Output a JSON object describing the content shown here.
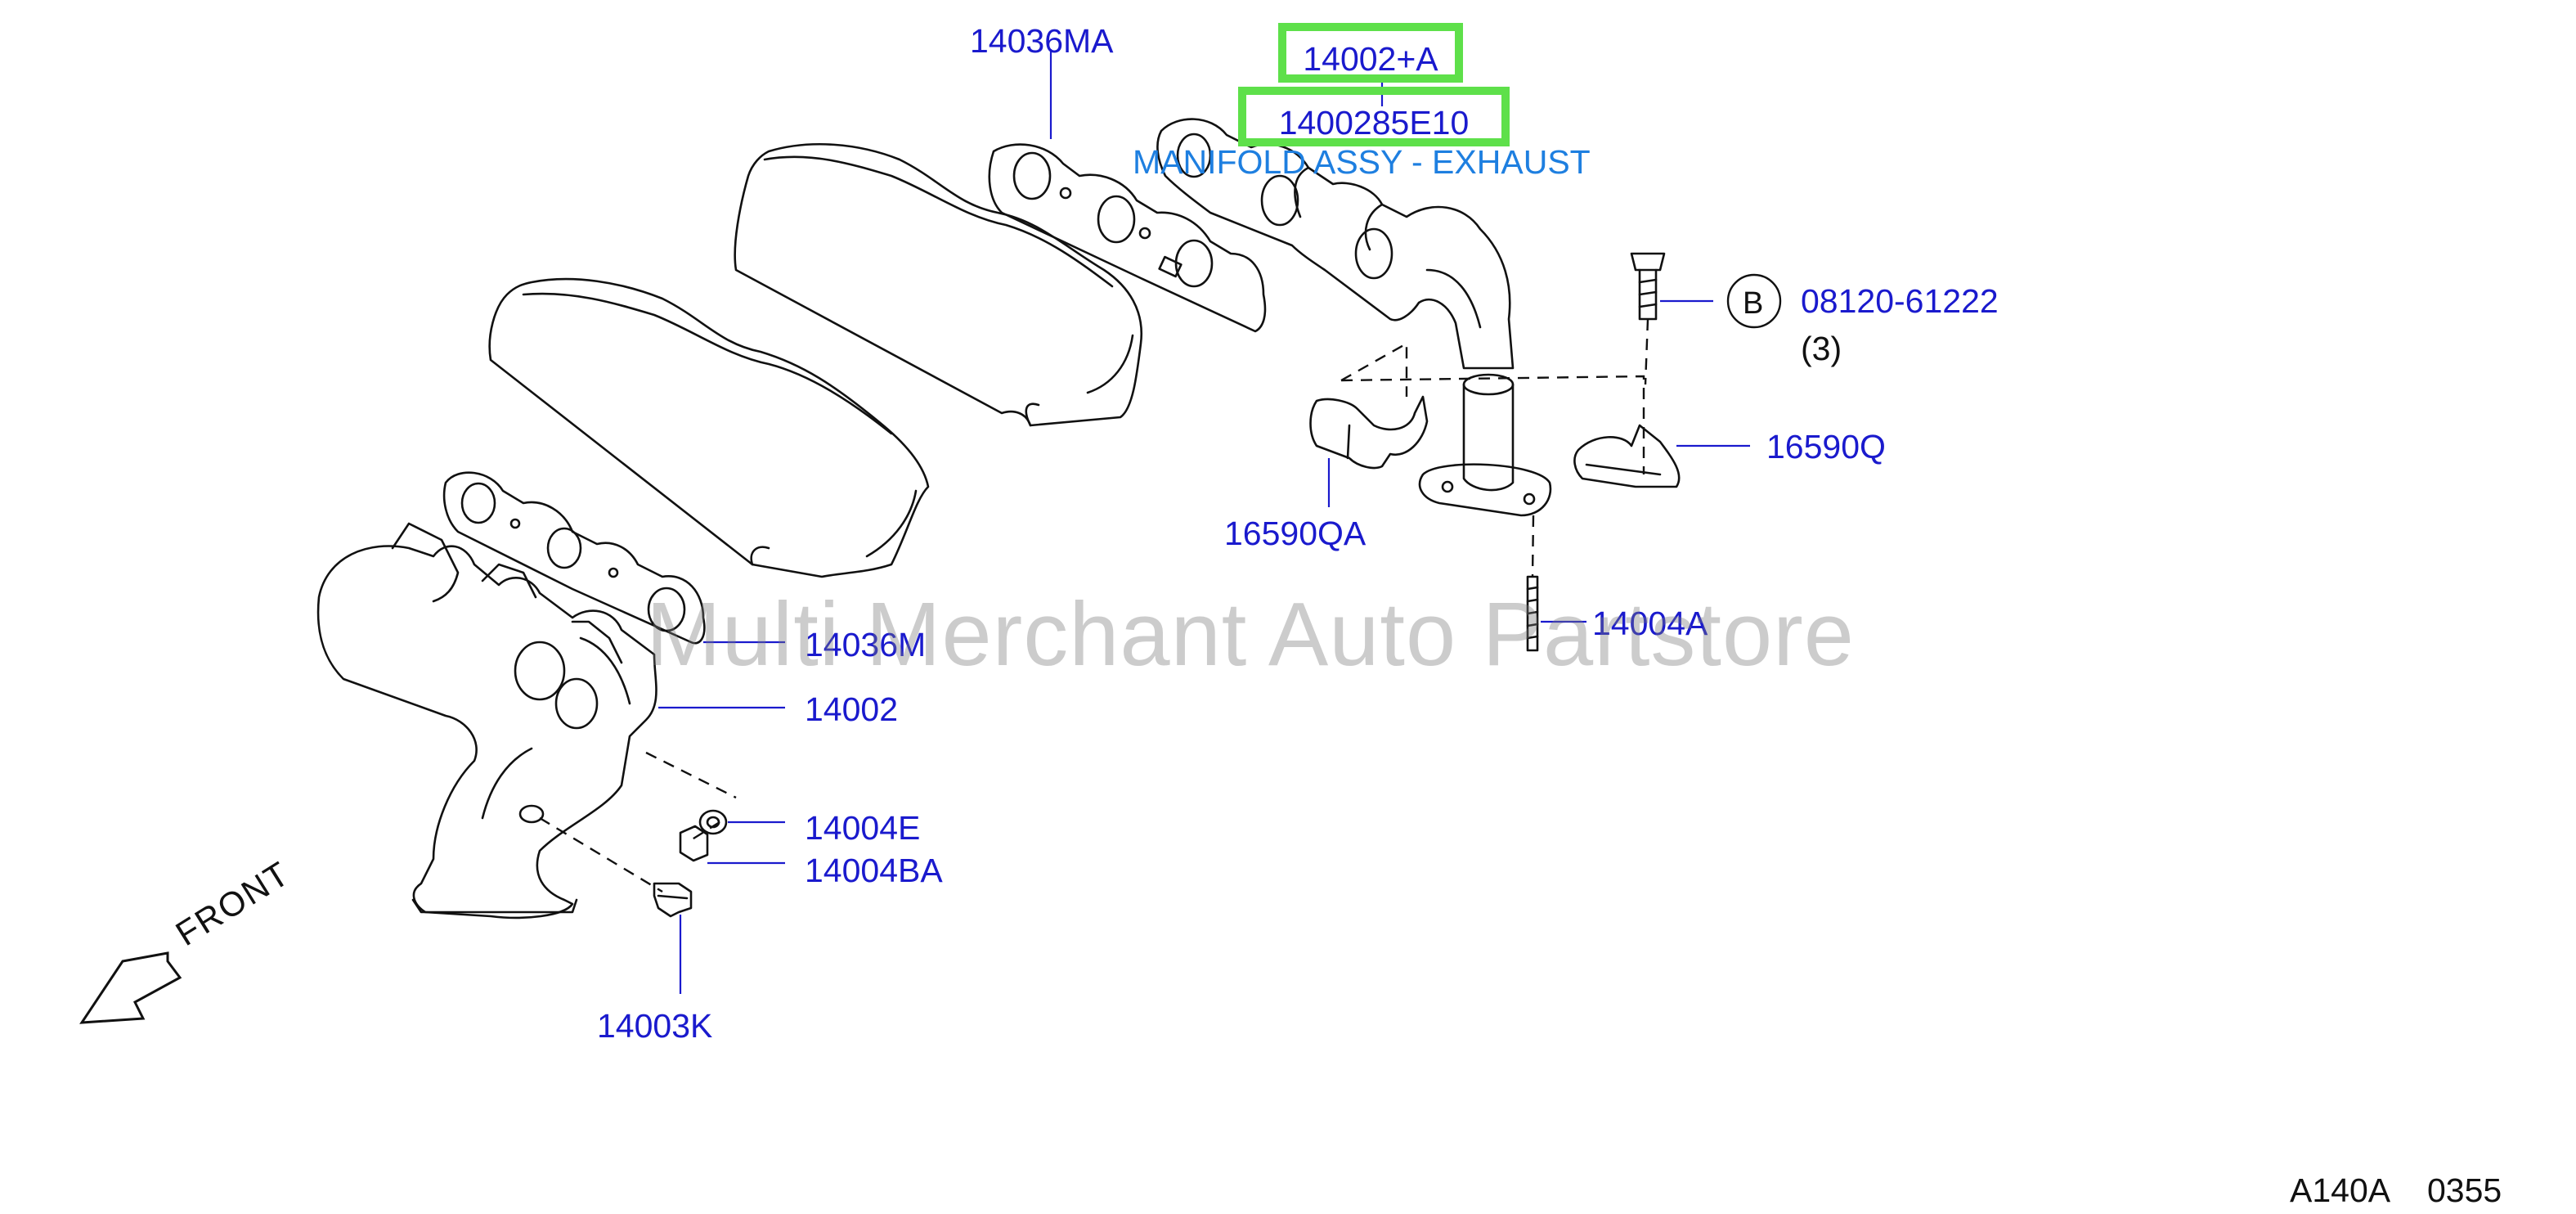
{
  "title_labels": {
    "part_a": "14002+A",
    "part_b": "1400285E10",
    "description": "MANIFOLD ASSY - EXHAUST"
  },
  "callouts": {
    "c14036MA": "14036MA",
    "c08120": "08120-61222",
    "c08120_qty": "(3)",
    "circle_b": "B",
    "c16590Q": "16590Q",
    "c16590QA": "16590QA",
    "c14004A": "14004A",
    "c14036M": "14036M",
    "c14002": "14002",
    "c14004E": "14004E",
    "c14004BA": "14004BA",
    "c14003K": "14003K"
  },
  "front_label": "FRONT",
  "watermark": "Multi Merchant Auto Partstore",
  "diagram_ref": {
    "code": "A140A",
    "number": "0355"
  },
  "colors": {
    "part_number": "#1a1acd",
    "description": "#1e7fe0",
    "highlight": "#5ee04a",
    "line": "#111111"
  }
}
